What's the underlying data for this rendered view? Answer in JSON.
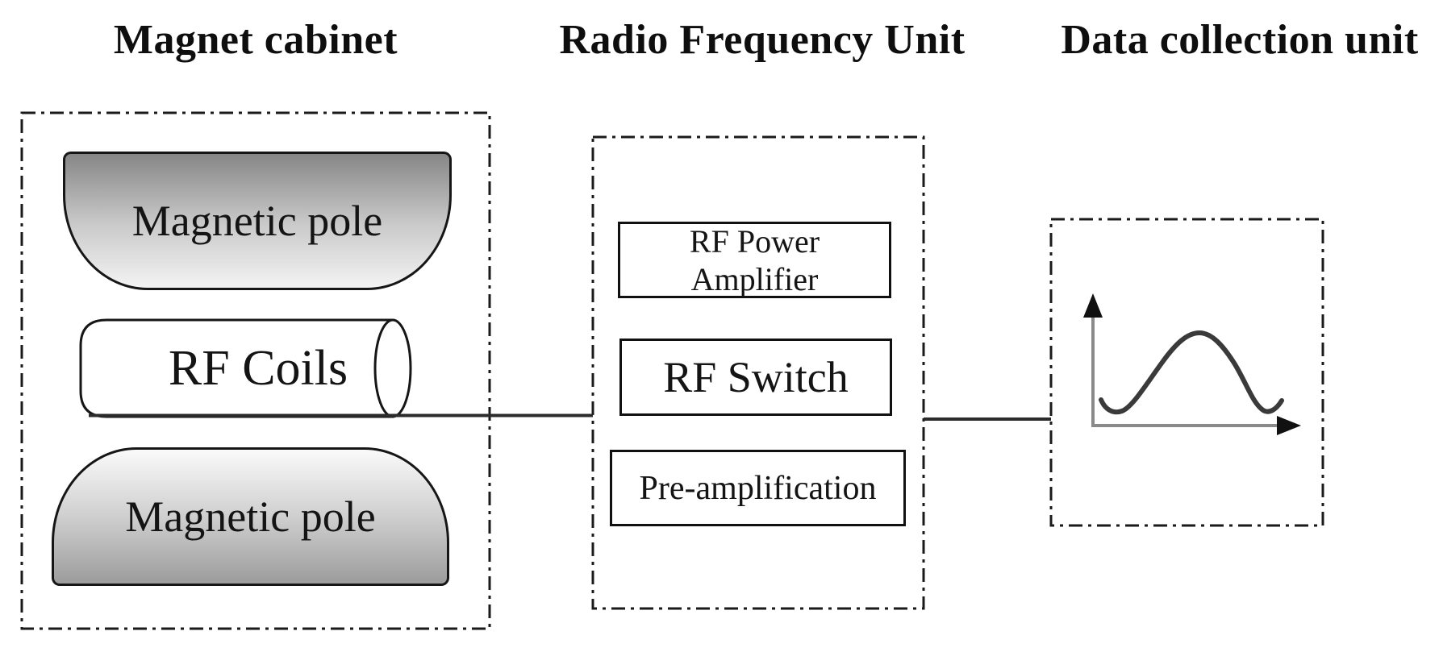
{
  "magnet_cabinet": {
    "title": "Magnet cabinet",
    "upper_pole_label": "Magnetic pole",
    "rf_coils_label": "RF Coils",
    "lower_pole_label": "Magnetic pole"
  },
  "rf_unit": {
    "title": "Radio Frequency Unit",
    "boxes": [
      {
        "label": "RF Power Amplifier",
        "line1": "RF Power",
        "line2": "Amplifier"
      },
      {
        "label": "RF Switch"
      },
      {
        "label": "Pre-amplification"
      }
    ]
  },
  "data_unit": {
    "title": "Data collection unit",
    "plot_icon": "signal-waveform"
  },
  "colors": {
    "background": "#ffffff",
    "line_black": "#161616",
    "connector": "#2b2b2b",
    "axis_gray": "#8a8a8a",
    "curve_dark": "#3a3a3a",
    "pole_gradient_dark": "#868686",
    "pole_gradient_light": "#f3f3f3"
  }
}
